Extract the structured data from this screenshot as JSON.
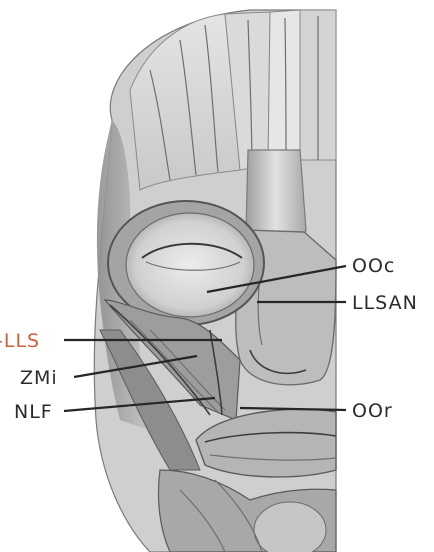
{
  "labels": {
    "ooc": "OOc",
    "llsan": "LLSAN",
    "lls": "-LLS",
    "zmi": "ZMi",
    "nlf": "NLF",
    "oor": "OOr"
  },
  "colors": {
    "label_text": "#2b2b2b",
    "highlight_label": "#c8603c",
    "paper": "#ffffff",
    "muscle_light": "#d9d9d9",
    "muscle_mid": "#a9a9a9",
    "muscle_dark": "#6a6a6a"
  }
}
